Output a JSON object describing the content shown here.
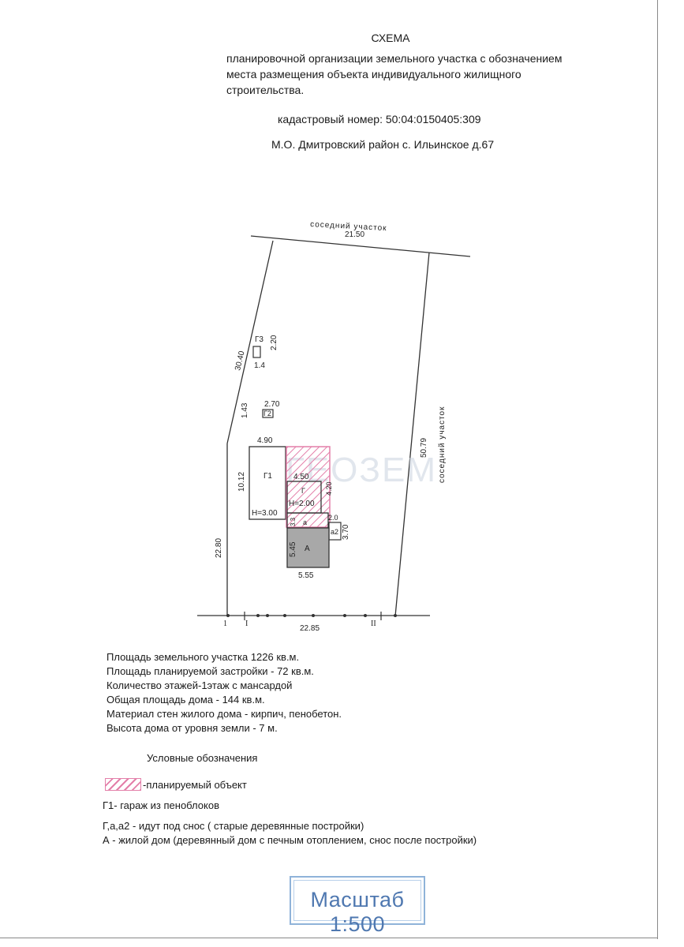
{
  "header": {
    "title": "СХЕМА",
    "lines": [
      "планировочной организации земельного участка с обозначением",
      "места размещения объекта индивидуального жилищного",
      "строительства."
    ],
    "cadastral": "кадастровый номер: 50:04:0150405:309",
    "address": "М.О. Дмитровский район с. Ильинское д.67"
  },
  "plan": {
    "neighbor_top": "соседний участок",
    "neighbor_right": "соседний участок",
    "watermark": "ГЕОЗЕМ",
    "dims": {
      "top": "21.50",
      "left_upper": "30.40",
      "left_lower": "22.80",
      "right": "50.79",
      "bottom": "22.85"
    },
    "points": {
      "p1": "1",
      "pI": "I",
      "pII": "II"
    },
    "buildings": {
      "g3": {
        "label": "Г3",
        "w": "1.4",
        "h": "2.20"
      },
      "g2": {
        "label": "Г2",
        "w": "2.70",
        "h": "1.43"
      },
      "g1": {
        "label": "Г1",
        "w": "4.90",
        "h": "10.12",
        "height_note": "H=3.00"
      },
      "g": {
        "label": "Г",
        "w": "4.50",
        "h": "4.20",
        "height_note": "H=2.00"
      },
      "a_small": {
        "label": "а",
        "w": "2.0",
        "h": "3.3"
      },
      "a2": {
        "label": "а2",
        "h": "3.70"
      },
      "house": {
        "label": "А",
        "w": "5.55",
        "h": "5.45"
      }
    }
  },
  "info": [
    "Площадь земельного участка 1226 кв.м.",
    "Площадь планируемой застройки - 72 кв.м.",
    "Количество этажей-1этаж с мансардой",
    "Общая  площадь дома  - 144 кв.м.",
    "Материал стен жилого дома - кирпич, пенобетон.",
    "Высота дома от уровня земли - 7 м."
  ],
  "legend": {
    "title": "Условные обозначения",
    "planned": "-планируемый объект",
    "g1": "Г1- гараж  из пеноблоков",
    "demolish": "Г,а,а2 - идут под снос ( старые деревянные постройки)",
    "house": "А - жилой дом (деревянный дом с печным отоплением, снос после постройки)"
  },
  "stamp": "Масштаб  1:500",
  "colors": {
    "planned_hatch": "#e37fa9",
    "house_fill": "#a8a8a8",
    "stamp": "#4f78b0"
  }
}
